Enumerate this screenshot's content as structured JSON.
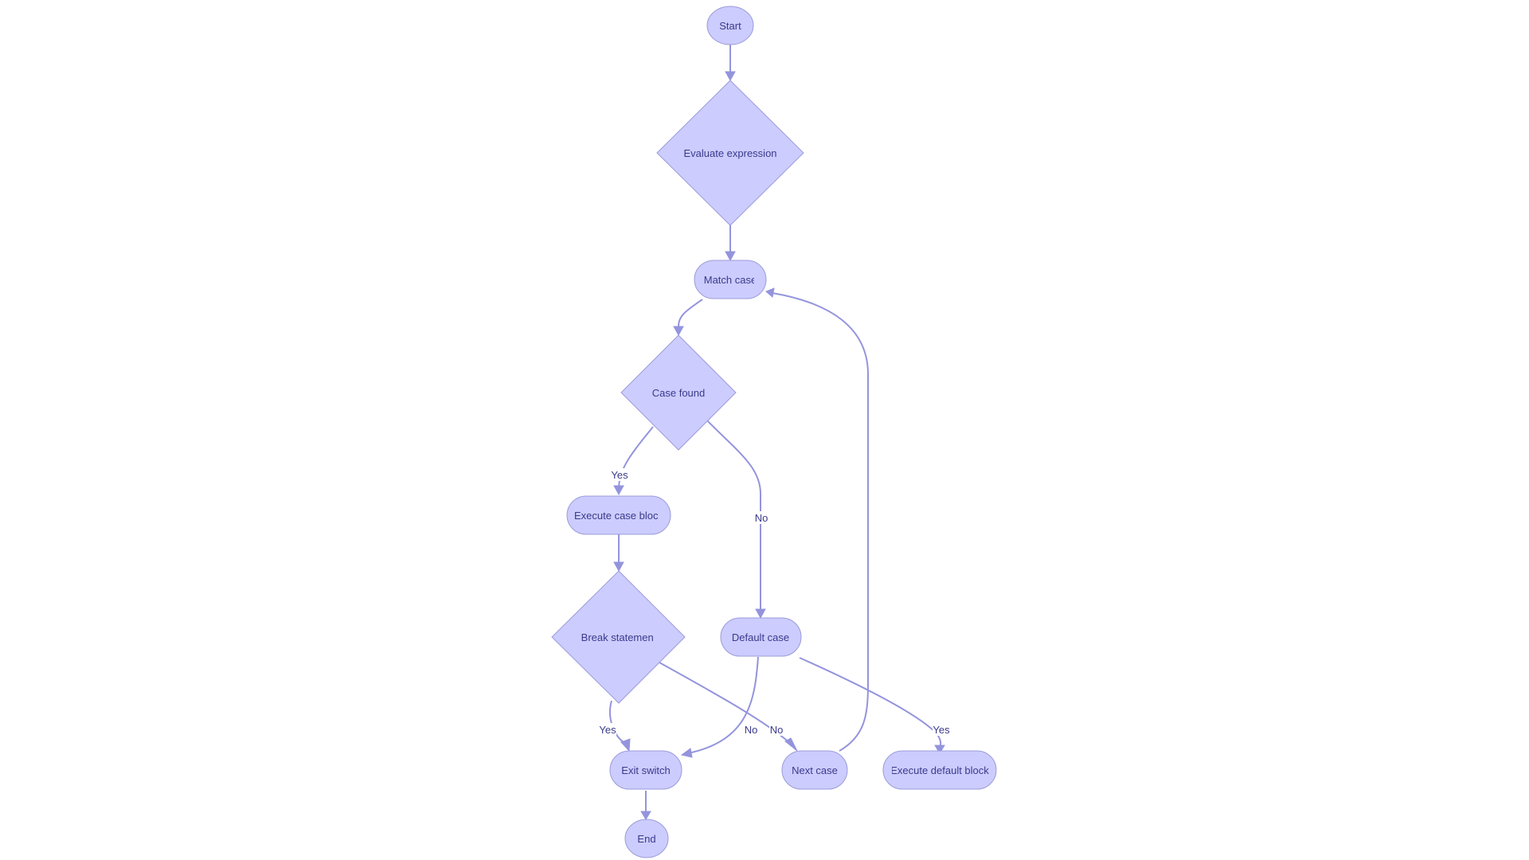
{
  "diagram": {
    "nodes": {
      "start": "Start",
      "evaluate": "Evaluate expression",
      "match": "Match case",
      "case_found": "Case found",
      "execute_case": "Execute case block",
      "break": "Break statement",
      "default_case": "Default case",
      "exit": "Exit switch",
      "next_case": "Next case",
      "execute_default": "Execute default block",
      "end": "End"
    },
    "edge_labels": {
      "case_found_yes": "Yes",
      "case_found_no": "No",
      "break_yes": "Yes",
      "break_no": "No",
      "default_no": "No",
      "default_yes": "Yes"
    }
  }
}
